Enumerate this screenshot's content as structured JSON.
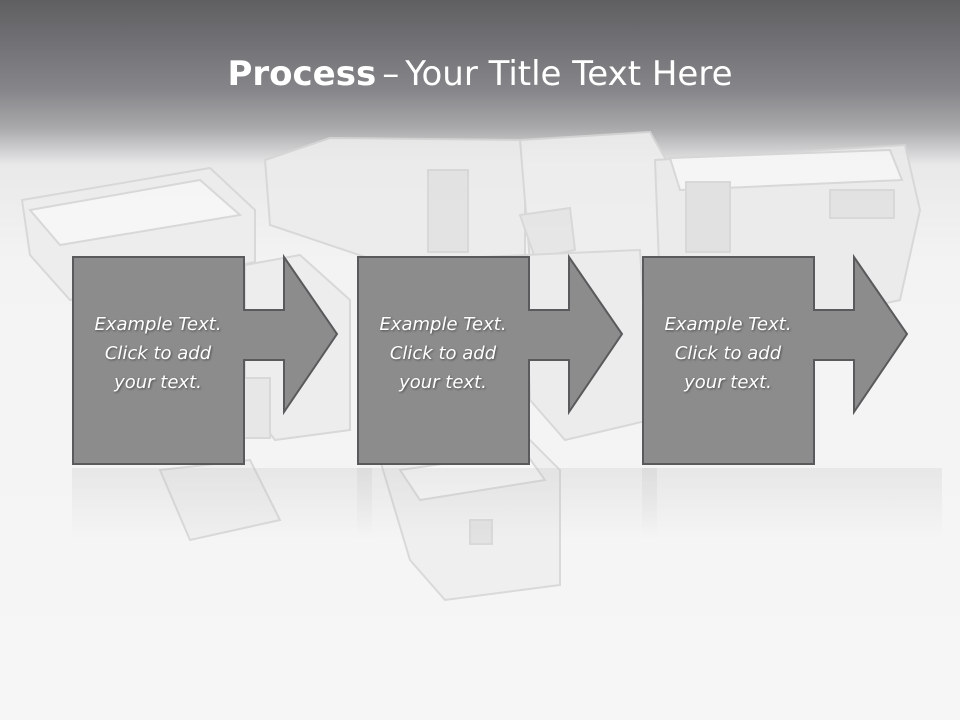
{
  "slide": {
    "title_bold": "Process",
    "title_dash": "–",
    "title_rest": "Your Title Text Here"
  },
  "steps": [
    {
      "line1": "Example Text.",
      "line2": "Click  to add",
      "line3": "your text."
    },
    {
      "line1": "Example Text.",
      "line2": "Click  to add",
      "line3": "your text."
    },
    {
      "line1": "Example Text.",
      "line2": "Click  to add",
      "line3": "your text."
    }
  ],
  "colors": {
    "box_fill": "#8c8c8d",
    "box_stroke": "#5a5a5c",
    "title_text": "#ffffff",
    "header_band": "#6a6a6d"
  },
  "icons": [
    "arrow-right-icon"
  ]
}
